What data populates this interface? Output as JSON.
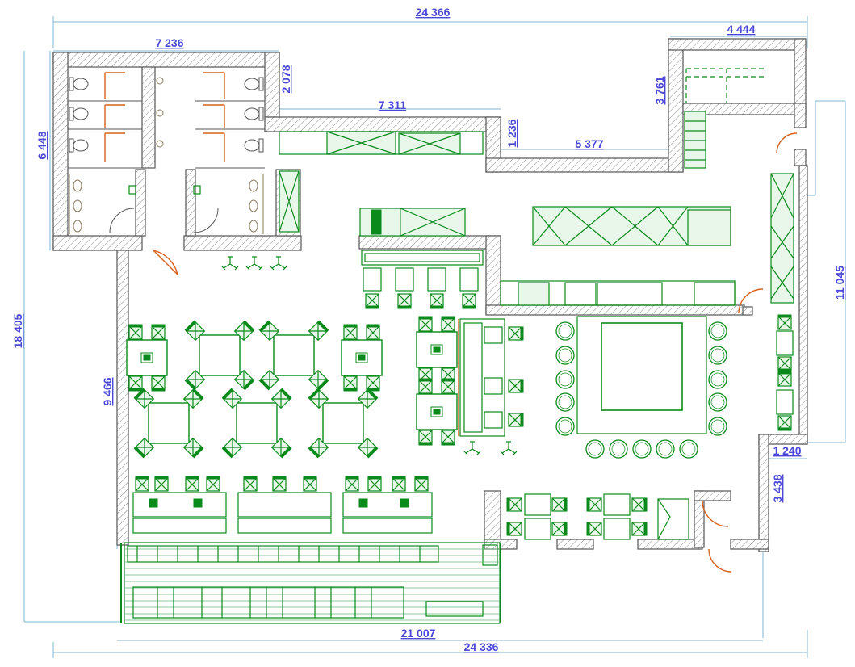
{
  "plan": {
    "dimensions": {
      "total_width_top": "24 366",
      "total_width_bottom": "24 336",
      "terrace_width": "21 007",
      "restroom_block_width": "7 236",
      "kitchen_wall_width": "7 311",
      "storage_width": "4 444",
      "kitchen_back_width": "5 377",
      "total_height": "18 405",
      "restroom_height": "6 448",
      "hall_height": "9 466",
      "right_section_height": "11 045",
      "step_2078": "2 078",
      "step_3761": "3 761",
      "step_1236": "1 236",
      "step_1240": "1 240",
      "step_3438": "3 438"
    },
    "colors": {
      "furniture": "#0a8a1a",
      "dimension_text": "#4a48d8",
      "dimension_line": "#7fb7d6",
      "door": "#d9601a",
      "wall_hatch": "#888888"
    }
  }
}
